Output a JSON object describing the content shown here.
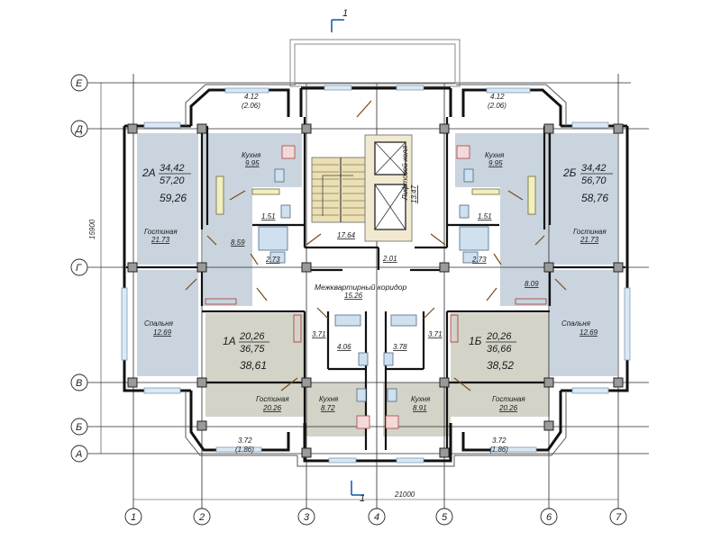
{
  "axes": {
    "horizontal": [
      "Е",
      "Д",
      "Г",
      "В",
      "Б",
      "А"
    ],
    "vertical": [
      "1",
      "2",
      "3",
      "4",
      "5",
      "6",
      "7"
    ]
  },
  "section_marker": "1",
  "dims": {
    "total_width": "21000",
    "total_height": "15900"
  },
  "balconies": {
    "top_left": {
      "a": "4.12",
      "b": "(2.06)"
    },
    "top_right": {
      "a": "4.12",
      "b": "(2.06)"
    },
    "bottom_left": {
      "a": "3.72",
      "b": "(1.86)"
    },
    "bottom_right": {
      "a": "3.72",
      "b": "(1.86)"
    }
  },
  "apt_2a": {
    "code": "2А",
    "area_living": "34,42",
    "area_total": "57,20",
    "area_full": "59,26",
    "kitchen_name": "Кухня",
    "kitchen_area": "9.95",
    "living_name": "Гостиная",
    "living_area": "21.73",
    "bedroom_name": "Спальня",
    "bedroom_area": "12.69",
    "bath_area": "1.51",
    "hall_area": "8.59",
    "wc_area": "2.73"
  },
  "apt_2b": {
    "code": "2Б",
    "area_living": "34,42",
    "area_total": "56,70",
    "area_full": "58,76",
    "kitchen_name": "Кухня",
    "kitchen_area": "9.95",
    "living_name": "Гостиная",
    "living_area": "21.73",
    "bedroom_name": "Спальня",
    "bedroom_area": "12.69",
    "bath_area": "1.51",
    "hall_area": "8.09",
    "wc_area": "2.73"
  },
  "apt_1a": {
    "code": "1А",
    "area_living": "20,26",
    "area_total": "36,75",
    "area_full": "38,61",
    "living_name": "Гостиная",
    "living_area": "20.26",
    "kitchen_name": "Кухня",
    "kitchen_area": "8.72",
    "hall_area": "3.71",
    "bath_area": "4.06"
  },
  "apt_1b": {
    "code": "1Б",
    "area_living": "20,26",
    "area_total": "36,66",
    "area_full": "38,52",
    "living_name": "Гостиная",
    "living_area": "20.26",
    "kitchen_name": "Кухня",
    "kitchen_area": "8.91",
    "hall_area": "3.71",
    "bath_area": "3.78"
  },
  "core": {
    "stair_area": "17.64",
    "lift_hall_name": "Лифтовой холл",
    "lift_hall_area": "13.47",
    "vestibule_area": "2.01",
    "corridor_name": "Межквартирный коридор",
    "corridor_area": "15.26"
  }
}
